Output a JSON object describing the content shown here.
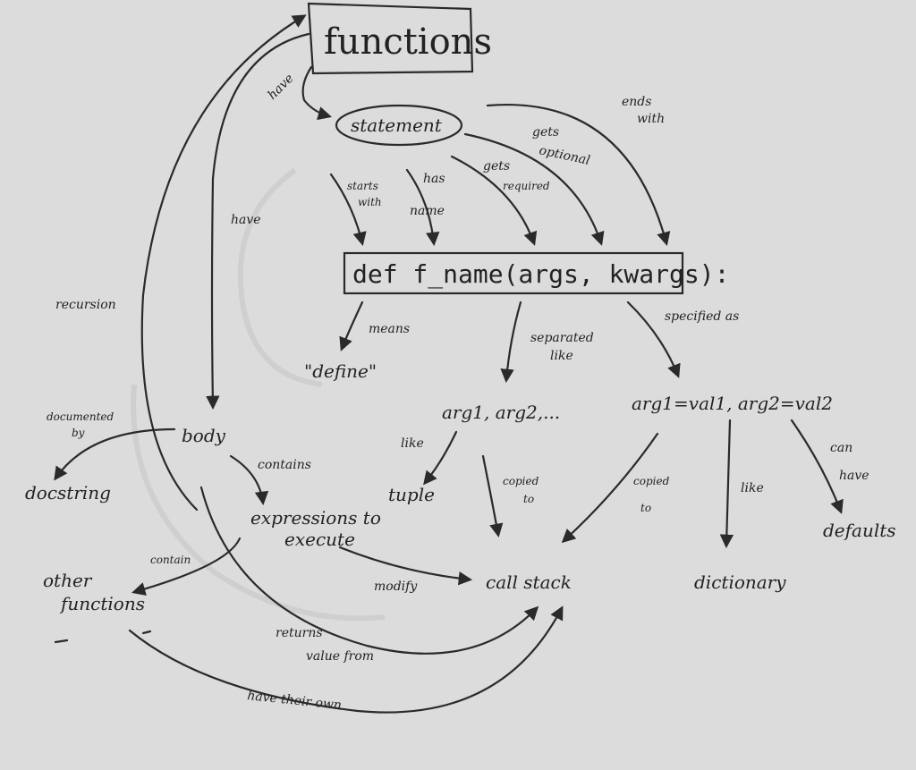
{
  "nodes": {
    "functions": "functions",
    "statement": "statement",
    "def": "def f_name(args, kwargs):",
    "define": "\"define\"",
    "args_list": "arg1, arg2,...",
    "kwargs_list": "arg1=val1, arg2=val2",
    "body": "body",
    "docstring": "docstring",
    "expressions_l1": "expressions to",
    "expressions_l2": "execute",
    "other_l1": "other",
    "other_l2": "functions",
    "tuple": "tuple",
    "call_stack": "call stack",
    "dictionary": "dictionary",
    "defaults": "defaults"
  },
  "edges": {
    "have_top": "have",
    "have_left": "have",
    "recursion": "recursion",
    "ends_with_1": "ends",
    "ends_with_2": "with",
    "gets_optional_1": "gets",
    "gets_optional_2": "optional",
    "gets_required_1": "gets",
    "gets_required_2": "required",
    "has_name_1": "has",
    "has_name_2": "name",
    "starts_with_1": "starts",
    "starts_with_2": "with",
    "means": "means",
    "separated_like_1": "separated",
    "separated_like_2": "like",
    "specified_as": "specified as",
    "documented_by_1": "documented",
    "documented_by_2": "by",
    "contains": "contains",
    "like_tuple": "like",
    "copied_to_1a": "copied",
    "copied_to_1b": "to",
    "copied_to_2a": "copied",
    "copied_to_2b": "to",
    "like_dict": "like",
    "can_have_1": "can",
    "can_have_2": "have",
    "contain": "contain",
    "modify": "modify",
    "returns_1": "returns",
    "returns_2": "value from",
    "have_their_own": "have their own"
  }
}
